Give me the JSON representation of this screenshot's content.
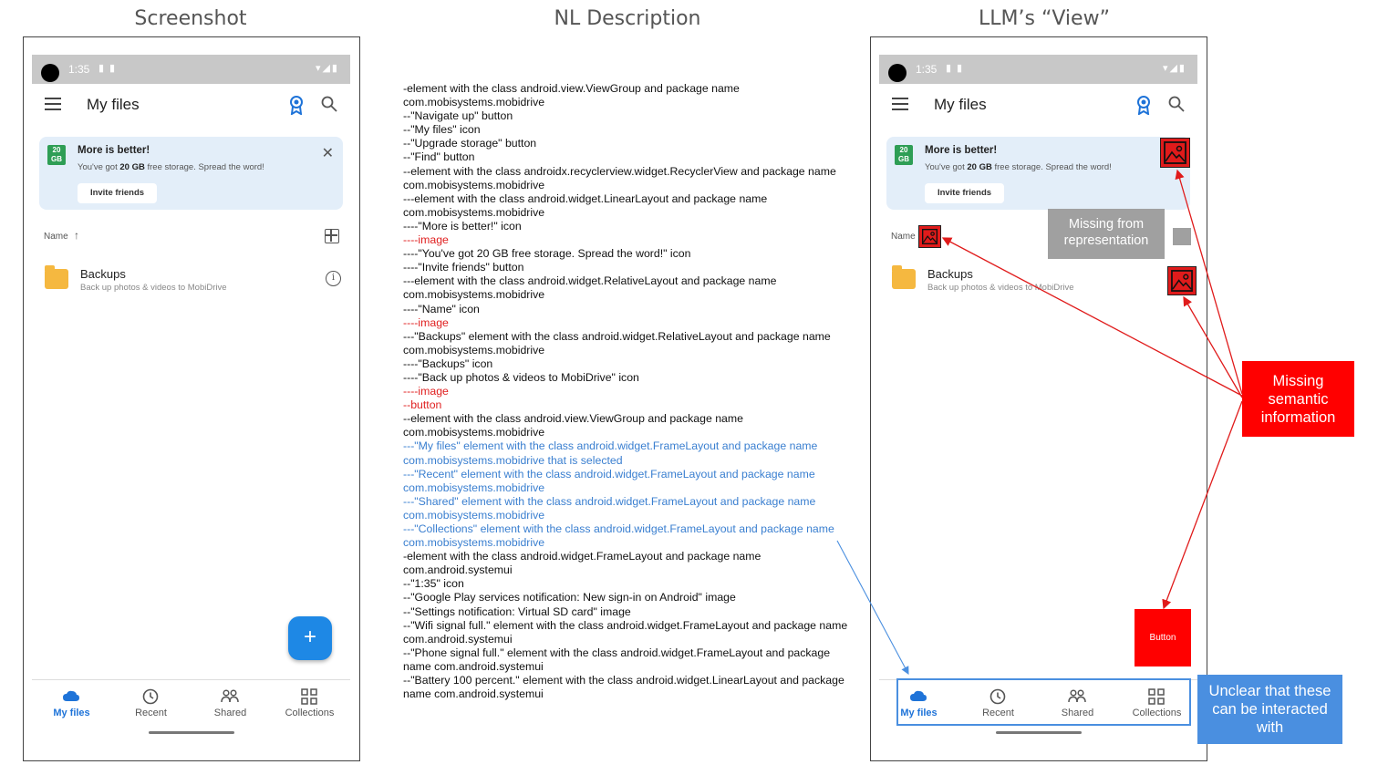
{
  "titles": {
    "screenshot": "Screenshot",
    "nl": "NL Description",
    "llm": "LLM’s “View”"
  },
  "phone": {
    "status_time": "1:35",
    "app_title": "My files",
    "banner_badge_top": "20",
    "banner_badge_bottom": "GB",
    "banner_title": "More is better!",
    "banner_text_prefix": "You've got ",
    "banner_text_bold": "20 GB",
    "banner_text_suffix": " free storage. Spread the word!",
    "invite_label": "Invite friends",
    "sort_label": "Name",
    "sort_arrow": "↑",
    "file_name": "Backups",
    "file_sub": "Back up photos & videos to MobiDrive",
    "fab_label": "+",
    "nav": [
      {
        "label": "My files",
        "icon": "cloud-icon"
      },
      {
        "label": "Recent",
        "icon": "clock-icon"
      },
      {
        "label": "Shared",
        "icon": "people-icon"
      },
      {
        "label": "Collections",
        "icon": "collections-icon"
      }
    ],
    "colors": {
      "accent": "#1e88e5",
      "banner_bg": "#e3eef9",
      "badge": "#2e9e55",
      "folder": "#f5b840",
      "statusbar": "#c8c8c8"
    }
  },
  "nl_lines": [
    {
      "text": "-element with the class android.view.ViewGroup and package name com.mobisystems.mobidrive",
      "style": "normal"
    },
    {
      "text": "--\"Navigate up\" button",
      "style": "normal"
    },
    {
      "text": "--\"My files\" icon",
      "style": "normal"
    },
    {
      "text": "--\"Upgrade storage\" button",
      "style": "normal"
    },
    {
      "text": "--\"Find\" button",
      "style": "normal"
    },
    {
      "text": "--element with the class androidx.recyclerview.widget.RecyclerView and package name com.mobisystems.mobidrive",
      "style": "normal"
    },
    {
      "text": "---element with the class android.widget.LinearLayout and package name com.mobisystems.mobidrive",
      "style": "normal"
    },
    {
      "text": "----\"More is better!\" icon",
      "style": "normal"
    },
    {
      "text": "----image",
      "style": "red"
    },
    {
      "text": "----\"You've got 20 GB free storage. Spread the word!\" icon",
      "style": "normal"
    },
    {
      "text": "----\"Invite friends\" button",
      "style": "normal"
    },
    {
      "text": "---element with the class android.widget.RelativeLayout and package name com.mobisystems.mobidrive",
      "style": "normal"
    },
    {
      "text": "----\"Name\" icon",
      "style": "normal"
    },
    {
      "text": "----image",
      "style": "red"
    },
    {
      "text": "---\"Backups\" element with the class android.widget.RelativeLayout and package name com.mobisystems.mobidrive",
      "style": "normal"
    },
    {
      "text": "----\"Backups\" icon",
      "style": "normal"
    },
    {
      "text": "----\"Back up photos & videos to MobiDrive\" icon",
      "style": "normal"
    },
    {
      "text": "----image",
      "style": "red"
    },
    {
      "text": "--button",
      "style": "red"
    },
    {
      "text": "--element with the class android.view.ViewGroup and package name com.mobisystems.mobidrive",
      "style": "normal"
    },
    {
      "text": "---\"My files\" element with the class android.widget.FrameLayout and package name com.mobisystems.mobidrive that is selected",
      "style": "blue"
    },
    {
      "text": "---\"Recent\" element with the class android.widget.FrameLayout and package name com.mobisystems.mobidrive",
      "style": "blue"
    },
    {
      "text": "---\"Shared\" element with the class android.widget.FrameLayout and package name com.mobisystems.mobidrive",
      "style": "blue"
    },
    {
      "text": "---\"Collections\" element with the class android.widget.FrameLayout and package name com.mobisystems.mobidrive",
      "style": "blue"
    },
    {
      "text": "-element with the class android.widget.FrameLayout and package name com.android.systemui",
      "style": "normal"
    },
    {
      "text": "--\"1:35\" icon",
      "style": "normal"
    },
    {
      "text": "--\"Google Play services notification: New sign-in on Android\" image",
      "style": "normal"
    },
    {
      "text": "--\"Settings notification: Virtual SD card\" image",
      "style": "normal"
    },
    {
      "text": "--\"Wifi signal full.\" element with the class android.widget.FrameLayout and package name com.android.systemui",
      "style": "normal"
    },
    {
      "text": "--\"Phone signal full.\" element with the class android.widget.FrameLayout and package name com.android.systemui",
      "style": "normal"
    },
    {
      "text": "--\"Battery 100 percent.\" element with the class android.widget.LinearLayout and package name com.android.systemui",
      "style": "normal"
    }
  ],
  "annotations": {
    "missing_representation": "Missing from representation",
    "button_placeholder": "Button",
    "missing_semantic": "Missing semantic information",
    "unclear_interaction": "Unclear that these can be interacted with",
    "colors": {
      "red": "#ff0000",
      "gray": "#a0a0a0",
      "blue": "#4a8fe0"
    }
  }
}
